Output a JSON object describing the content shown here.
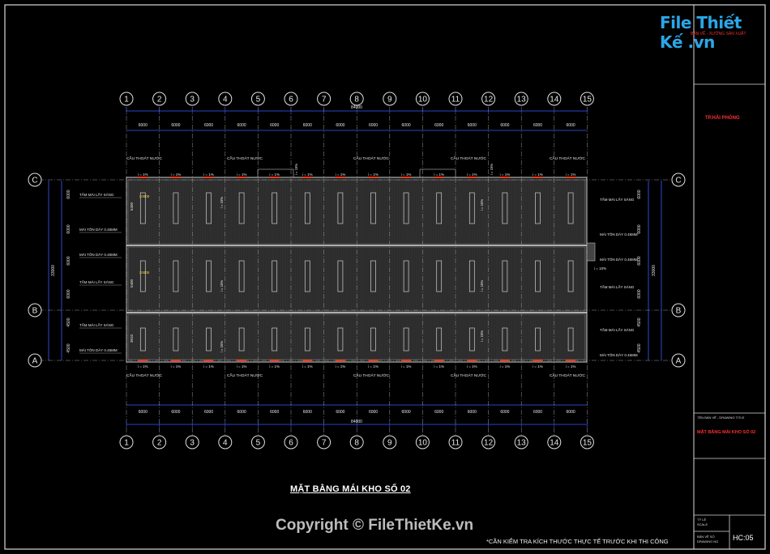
{
  "logo": {
    "brand": "File Thiết Kế .vn",
    "tagline": "BẢN VẼ - XƯỞNG SẢN XUẤT"
  },
  "title_block": {
    "project": "TP.HẢI PHÒNG",
    "drawing_title_label": "TÊN BẢN VẼ - DRAWING TITLE",
    "drawing_title": "MẶT BẰNG MÁI KHO SỐ 02",
    "scale_label_1": "TỶ LỆ",
    "scale_label_2": "SCALE",
    "drawing_no_label_1": "BẢN VẼ SỐ",
    "drawing_no_label_2": "DRAWING NO",
    "sheet_no": "HC:05"
  },
  "plan": {
    "grid_cols": [
      "1",
      "2",
      "3",
      "4",
      "5",
      "6",
      "7",
      "8",
      "9",
      "10",
      "11",
      "12",
      "13",
      "14",
      "15"
    ],
    "grid_rows": [
      "C",
      "B",
      "A"
    ],
    "bay_dim": "6000",
    "total_dim": "84000",
    "gutter_label": "CẦU THOÁT NƯỚC",
    "slope_label": "i = 1%",
    "slope_15": "i = 15%",
    "side_label_skylight": "TẤM MÁI LẤY SÁNG",
    "side_label_sheet": "MÁI TÔN DÀY 0.45MM",
    "left_dims": [
      "6000",
      "6000",
      "6000",
      "6000",
      "4500",
      "4500"
    ],
    "left_total": "33000",
    "span_dims": [
      "5400",
      "5400",
      "3010"
    ],
    "ridge_heights": [
      "10000",
      "10000"
    ]
  },
  "drawing_title": "MẶT BẰNG MÁI KHO SỐ 02",
  "copyright": "Copyright © FileThietKe.vn",
  "note": "*CẦN KIỂM TRA KÍCH THƯỚC THỰC TẾ TRƯỚC KHI THI CÔNG"
}
